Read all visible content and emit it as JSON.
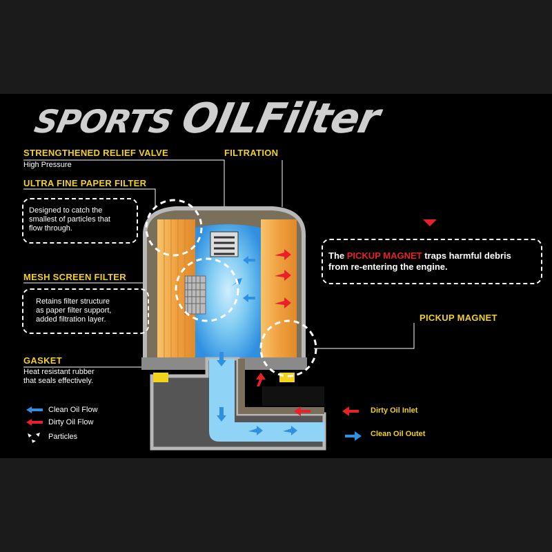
{
  "title": {
    "part1": "SPORTS",
    "part2": "OIL",
    "part3": "Filter"
  },
  "labels": {
    "relief_valve": {
      "heading": "STRENGTHENED RELIEF VALVE",
      "sub": "High Pressure"
    },
    "filtration": {
      "heading": "FILTRATION"
    },
    "paper_filter": {
      "heading": "ULTRA FINE PAPER FILTER",
      "desc_lines": [
        "Designed to catch the",
        "smallest of particles that",
        "flow through."
      ]
    },
    "mesh_filter": {
      "heading": "MESH SCREEN FILTER",
      "desc_lines": [
        "Retains filter structure",
        "as paper filter support,",
        "added filtration layer."
      ]
    },
    "gasket": {
      "heading": "GASKET",
      "sub_lines": [
        "Heat resistant rubber",
        "that seals effectively."
      ]
    },
    "magnet_callout": {
      "prefix": "The",
      "highlight": "PICKUP MAGNET",
      "suffix": "traps harmful debris",
      "line2": "from re-entering the engine."
    },
    "pickup_magnet": {
      "heading": "PICKUP MAGNET"
    }
  },
  "legend": [
    {
      "label": "Clean Oil Flow",
      "icon": "blue-arrow-icon",
      "color": "#2f8fe0"
    },
    {
      "label": "Dirty Oil Flow",
      "icon": "red-arrow-icon",
      "color": "#e8202a"
    },
    {
      "label": "Particles",
      "icon": "particles-icon",
      "color": "#ffffff"
    }
  ],
  "flows": {
    "inlet": "Dirty Oil Inlet",
    "outlet": "Clean Oil Outet"
  },
  "colors": {
    "accent_yellow": "#f2d21c",
    "dirty_red": "#e8202a",
    "clean_blue": "#2f8fe0",
    "paper_orange": "#f0a040",
    "housing_grey": "#9a9a9a"
  }
}
